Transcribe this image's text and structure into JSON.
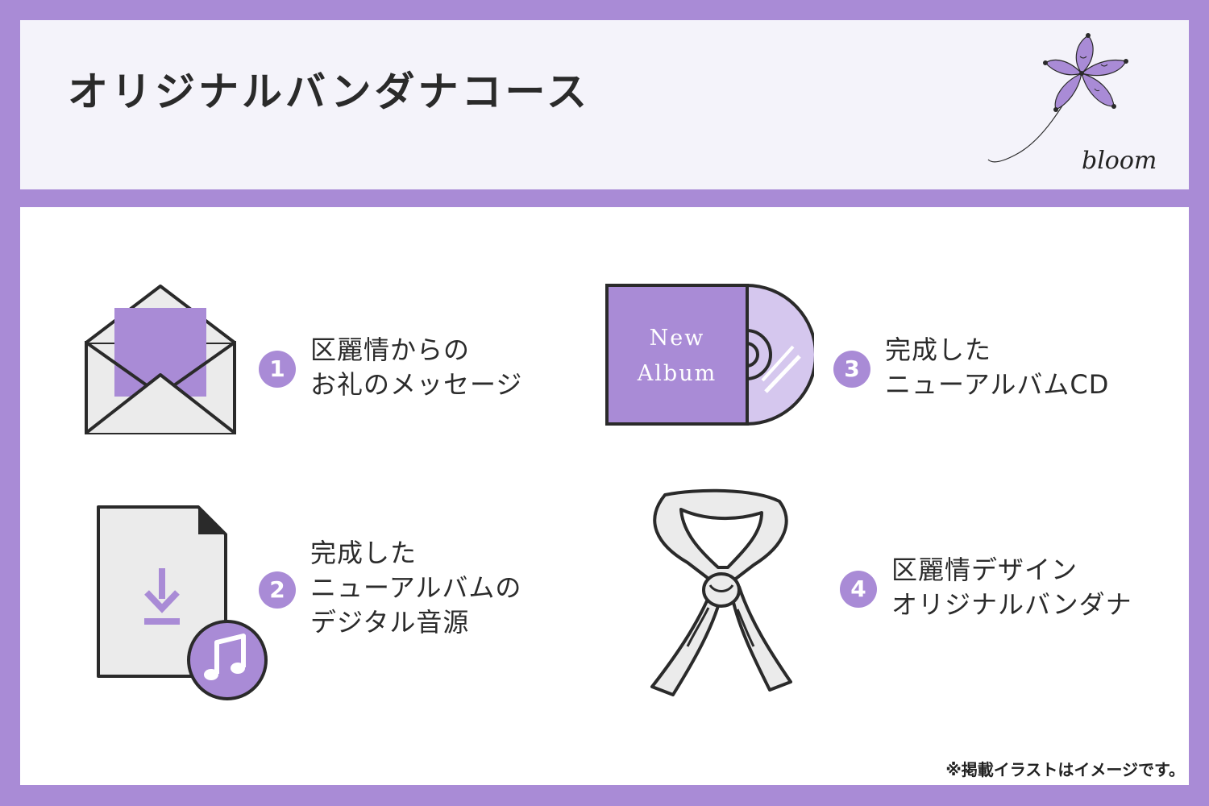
{
  "header": {
    "title": "オリジナルバンダナコース",
    "logo_text": "bloom"
  },
  "items": [
    {
      "number": "1",
      "lines": [
        "区麗情からの",
        "お礼のメッセージ"
      ],
      "icon": "envelope-icon"
    },
    {
      "number": "2",
      "lines": [
        "完成した",
        "ニューアルバムの",
        "デジタル音源"
      ],
      "icon": "music-download-icon"
    },
    {
      "number": "3",
      "lines": [
        "完成した",
        "ニューアルバムCD"
      ],
      "icon": "album-cd-icon",
      "album_label": [
        "New",
        "Album"
      ]
    },
    {
      "number": "4",
      "lines": [
        "区麗情デザイン",
        "オリジナルバンダナ"
      ],
      "icon": "bandana-icon"
    }
  ],
  "note": "※掲載イラストはイメージです。",
  "colors": {
    "frame": "#a98bd6",
    "header_bg": "#f4f3fa",
    "accent": "#a98bd6",
    "accent_light": "#d5c7ee",
    "icon_fill": "#ebebeb",
    "outline": "#2a2a2a"
  }
}
